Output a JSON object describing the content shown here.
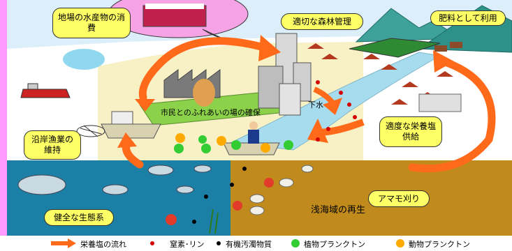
{
  "labels": {
    "local_consumption": "地場の水産物の消費",
    "forest_management": "適切な森林管理",
    "fertilizer_use": "肥料として利用",
    "citizen_place": "市民とのふれあいの場の確保",
    "sewage": "下水",
    "coastal_fishery": "沿岸漁業の維持",
    "nutrient_supply": "適度な栄養塩供給",
    "eelgrass_cut": "アマモ刈り",
    "shallow_regen": "浅海域の再生",
    "healthy_ecosystem": "健全な生態系"
  },
  "legend": {
    "flow": "栄養塩の流れ",
    "nitrogen_phosphorus": "窒素･リン",
    "organic_matter": "有機汚濁物質",
    "phytoplankton": "植物プランクトン",
    "zooplankton": "動物プランクトン"
  },
  "colors": {
    "arrow": "#ff6a1a",
    "callout": "#ffff66",
    "sea": "#1c7fa6",
    "seabed": "#c08a1c",
    "sky": "#dbeefa",
    "sidebar": "#ff99ff",
    "nitrogen_dot": "#d40000",
    "organic_dot": "#000000",
    "phyto": "#33cc33",
    "zoo": "#ffaa00"
  }
}
